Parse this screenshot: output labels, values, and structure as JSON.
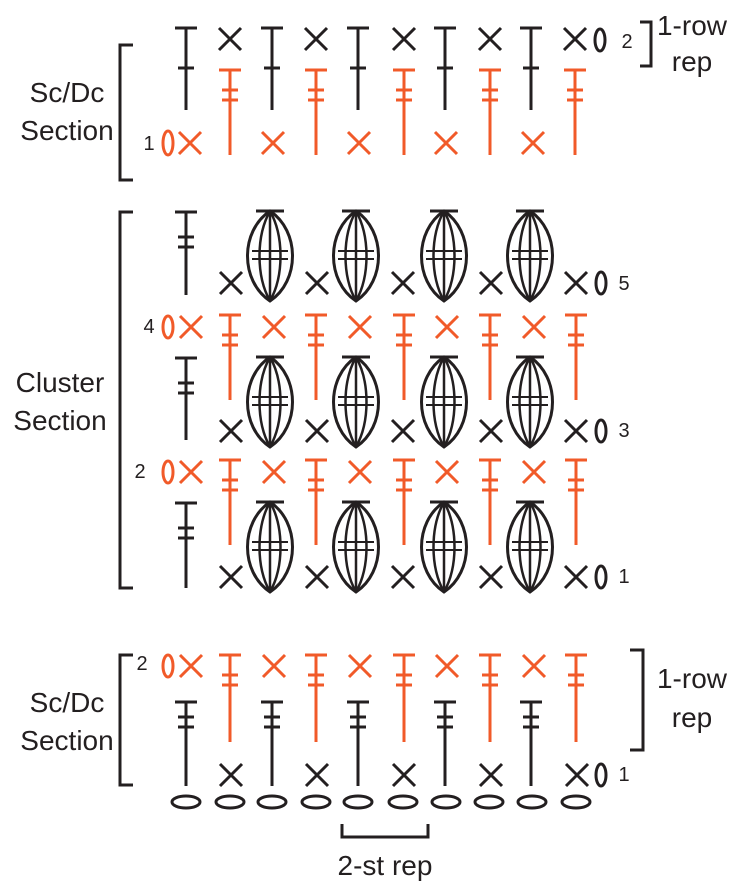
{
  "colors": {
    "black": "#231f20",
    "red": "#f15a29"
  },
  "labels": {
    "sc_dc_section_top": [
      "Sc/Dc",
      "Section"
    ],
    "cluster_section": [
      "Cluster",
      "Section"
    ],
    "sc_dc_section_bottom": [
      "Sc/Dc",
      "Section"
    ],
    "one_row_rep_top": [
      "1-row",
      "rep"
    ],
    "one_row_rep_bottom": [
      "1-row",
      "rep"
    ],
    "two_st_rep": "2-st rep"
  },
  "row_numbers": {
    "top_row2": "2",
    "top_row1": "1",
    "cluster_row5": "5",
    "cluster_row4": "4",
    "cluster_row3": "3",
    "cluster_row2": "2",
    "cluster_row1": "1",
    "bottom_row2": "2",
    "bottom_row1": "1"
  },
  "legend_icons": [
    "chain-oval",
    "single-crochet-x",
    "double-crochet-t",
    "cluster-bobble"
  ]
}
